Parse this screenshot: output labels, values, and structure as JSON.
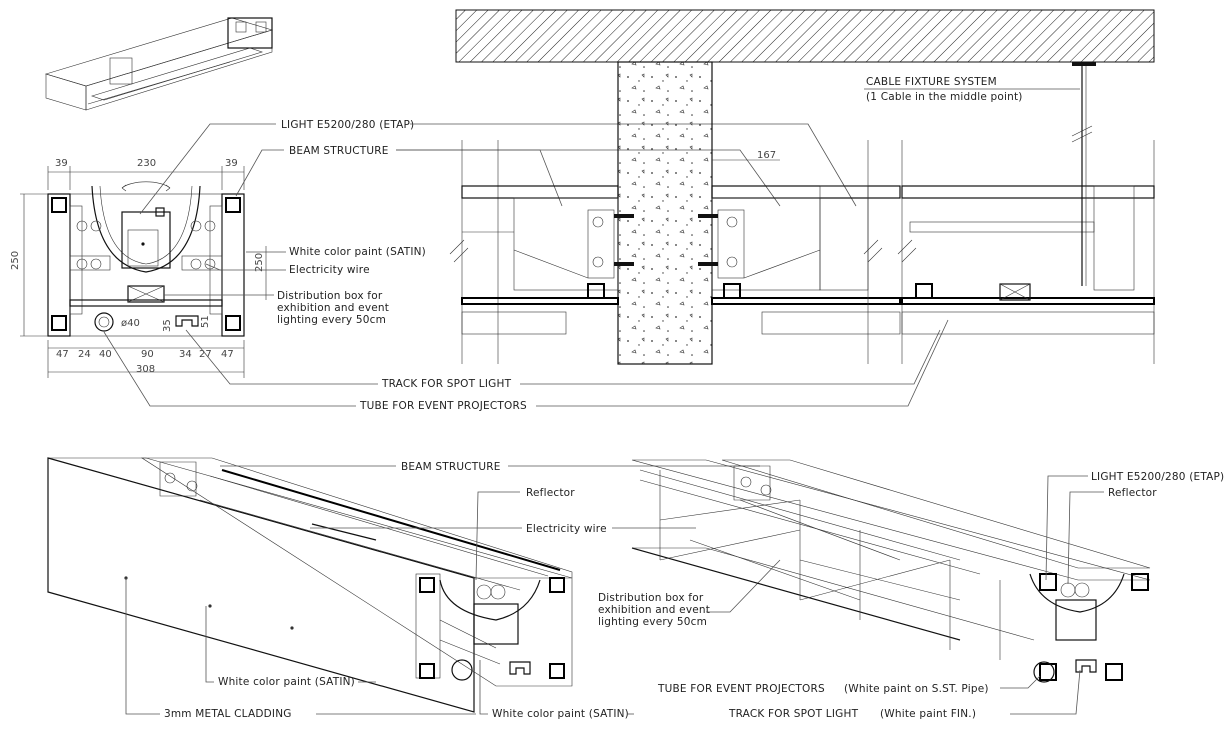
{
  "dims": {
    "top": [
      "39",
      "230",
      "39"
    ],
    "bottom": [
      "47",
      "24",
      "40",
      "90",
      "34",
      "27",
      "47"
    ],
    "total": "308",
    "height_left": "250",
    "height_right": "250",
    "dia": "ø40",
    "d35": "35",
    "d51": "51",
    "d167": "167"
  },
  "labels": {
    "light_top": "LIGHT E5200/280 (ETAP)",
    "beam_top": "BEAM STRUCTURE",
    "white_paint_top": "White color paint (SATIN)",
    "elec_top": "Electricity wire",
    "dist_top": [
      "Distribution box for",
      "exhibition and event",
      "lighting every 50cm"
    ],
    "track_top": "TRACK FOR SPOT LIGHT",
    "tube_top": "TUBE FOR EVENT PROJECTORS",
    "cable_title": "CABLE FIXTURE SYSTEM",
    "cable_sub": "(1 Cable in the middle point)",
    "beam_bottom": "BEAM STRUCTURE",
    "reflector_left": "Reflector",
    "elec_bottom": "Electricity wire",
    "dist_bottom": [
      "Distribution box for",
      "exhibition and event",
      "lighting every 50cm"
    ],
    "white_paint_b1": "White color paint (SATIN)",
    "cladding": "3mm METAL CLADDING",
    "white_paint_b2": "White color paint (SATIN)",
    "light_right": "LIGHT E5200/280 (ETAP)",
    "reflector_right": "Reflector",
    "tube_bottom": "TUBE FOR EVENT PROJECTORS",
    "tube_bottom_note": "(White paint on S.ST. Pipe)",
    "track_bottom": "TRACK FOR SPOT LIGHT",
    "track_bottom_note": "(White paint FIN.)"
  }
}
